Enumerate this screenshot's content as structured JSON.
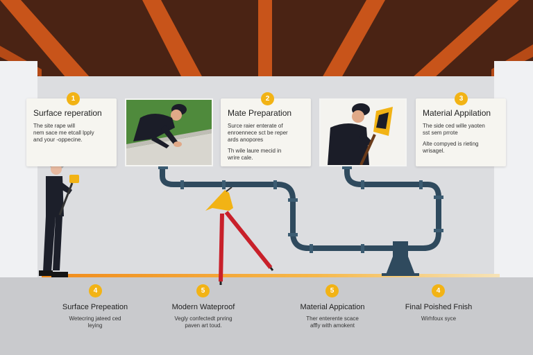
{
  "top_cards": [
    {
      "number": "1",
      "title": "Surface reperation",
      "lines": [
        "The site rape will",
        "nem sace me etcall lpply",
        "and your -oppecine."
      ]
    },
    {
      "number": "2",
      "title": "Mate Preparation",
      "lines": [
        "Surce raier enterate of",
        "enroennece sct be reper",
        "ards anopores"
      ],
      "lines2": [
        "Th wile laure mecid in",
        "wrire cale."
      ]
    },
    {
      "number": "3",
      "title": "Material Appilation",
      "lines": [
        "The side ced wille yaoten",
        "sst sem prrote"
      ],
      "lines2": [
        "Alte compyed is rieting",
        "wrisagel."
      ]
    }
  ],
  "bottom_steps": [
    {
      "number": "4",
      "label": "Surface Prepeation",
      "lines": [
        "Wetecring jateed ced",
        "leying"
      ]
    },
    {
      "number": "5",
      "label": "Modern Wateproof",
      "lines": [
        "Vegly confectedt pnring",
        "paven art toud."
      ]
    },
    {
      "number": "5",
      "label": "Material Appication",
      "lines": [
        "Ther enterente scace",
        "affly with amokent"
      ]
    },
    {
      "number": "4",
      "label": "Final Poished Fnish",
      "lines": [
        "Wirhfoux syce"
      ]
    }
  ],
  "colors": {
    "badge": "#f2b315",
    "pipe": "#2f4a5e",
    "beam": "#c8541a",
    "ceiling": "#4a2314",
    "floor_glow": "#f2a12a"
  }
}
